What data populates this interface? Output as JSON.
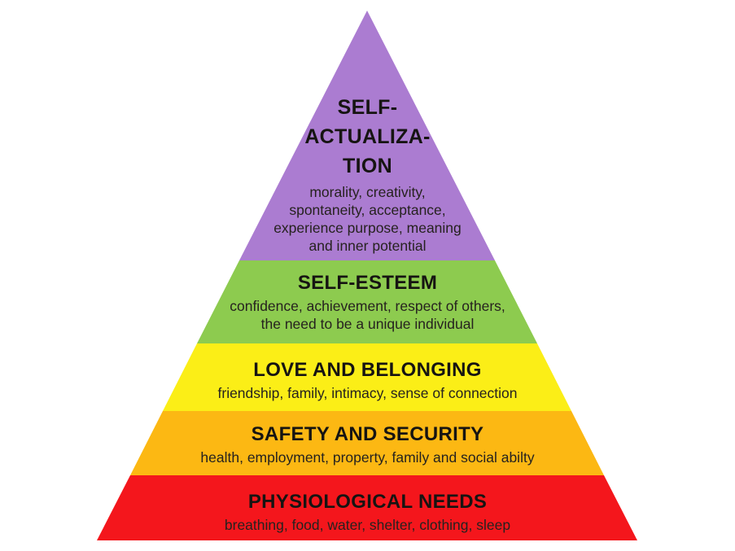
{
  "pyramid": {
    "background_color": "#FFFFFF",
    "text_color": "#1D1D1B",
    "levels": [
      {
        "id": "self-actualization",
        "heading": "SELF-\nACTUALIZA-\nTION",
        "description": "morality, creativity,\nspontaneity, acceptance,\nexperience purpose, meaning\nand inner potential",
        "color": "#AB7CD1"
      },
      {
        "id": "self-esteem",
        "heading": "SELF-ESTEEM",
        "description": "confidence, achievement, respect of others,\nthe need to be a unique individual",
        "color": "#8DCB4F"
      },
      {
        "id": "love-and-belonging",
        "heading": "LOVE AND BELONGING",
        "description": "friendship, family, intimacy, sense of connection",
        "color": "#FBEE17"
      },
      {
        "id": "safety-and-security",
        "heading": "SAFETY AND SECURITY",
        "description": "health, employment, property, family and social abilty",
        "color": "#FCB813"
      },
      {
        "id": "physiological-needs",
        "heading": "PHYSIOLOGICAL NEEDS",
        "description": "breathing, food, water, shelter, clothing, sleep",
        "color": "#F4161C"
      }
    ]
  }
}
